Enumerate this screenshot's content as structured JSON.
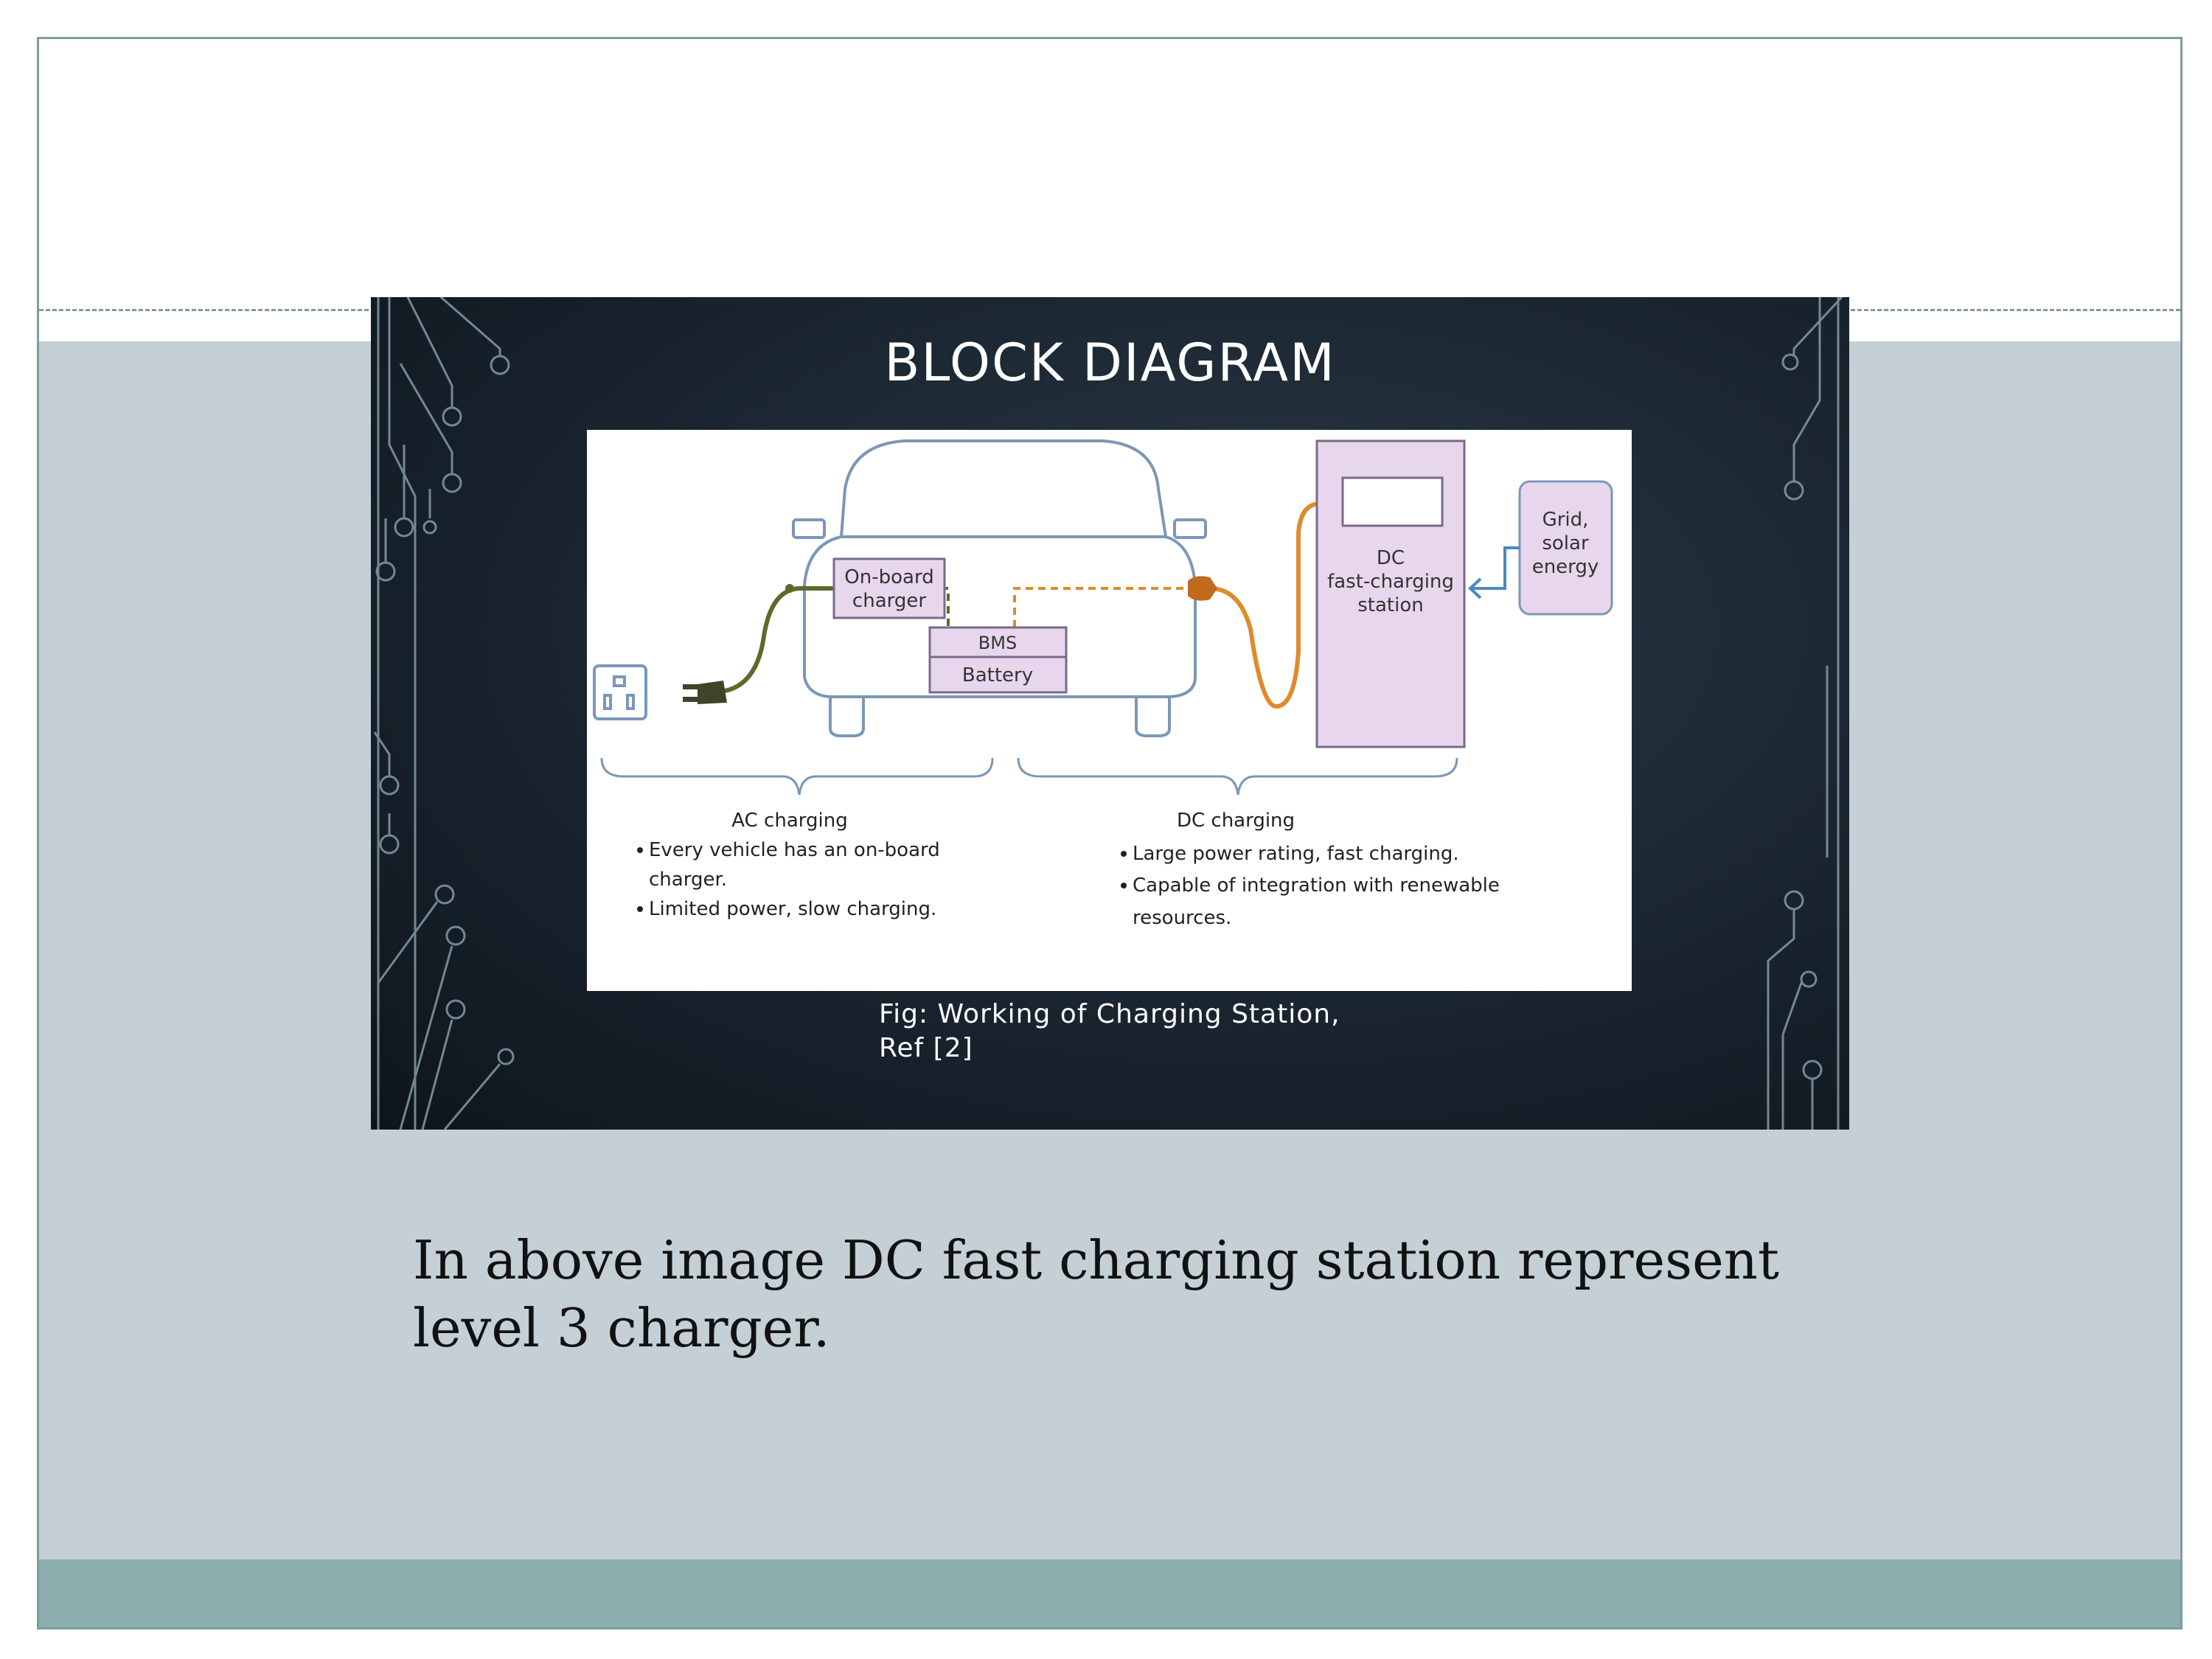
{
  "slide": {
    "panel_title": "BLOCK DIAGRAM",
    "caption_line1": "Fig: Working of Charging Station,",
    "caption_line2": "Ref [2]",
    "body_text": "In above image DC fast charging station represent level 3 charger."
  },
  "diagram": {
    "onboard_line1": "On-board",
    "onboard_line2": "charger",
    "bms": "BMS",
    "battery": "Battery",
    "dc_line1": "DC",
    "dc_line2": "fast-charging",
    "dc_line3": "station",
    "grid_line1": "Grid,",
    "grid_line2": "solar",
    "grid_line3": "energy",
    "ac_title": "AC charging",
    "ac_bullet1_line1": "Every vehicle has an on-board",
    "ac_bullet1_line2": "charger.",
    "ac_bullet2": "Limited power, slow charging.",
    "dc_title": "DC charging",
    "dc_bullet1": "Large power rating, fast charging.",
    "dc_bullet2_line1": "Capable of integration with renewable",
    "dc_bullet2_line2": "resources."
  },
  "colors": {
    "frame": "#7e9c9c",
    "mid_band": "#c4cfd6",
    "bottom_band": "#8cadae",
    "panel_dark": "#1a2530",
    "station_fill": "#e8d6ec",
    "ac_cable": "#5e6a2c",
    "dc_cable": "#e08a2e",
    "grid_arrow": "#4a8ac0"
  }
}
